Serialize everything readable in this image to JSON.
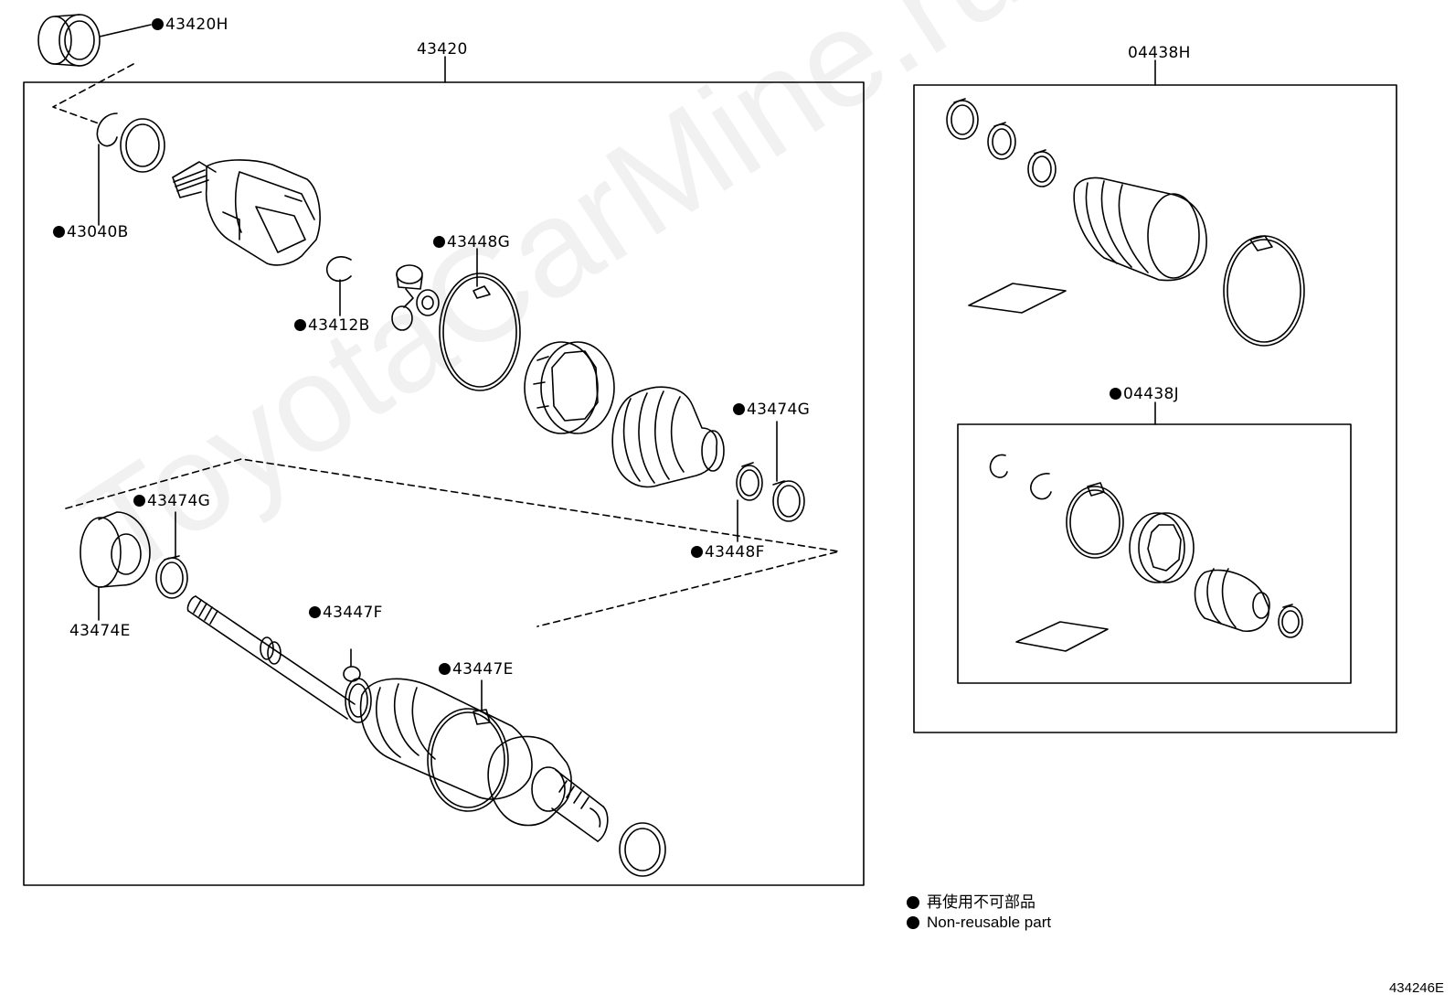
{
  "diagram": {
    "watermark": "ToyotaCarMine.ru",
    "figure_code": "434246E",
    "legend": {
      "japanese": "再使用不可部品",
      "english": "Non-reusable part"
    },
    "labels": {
      "p43420H": "43420H",
      "p43420": "43420",
      "p43040B": "43040B",
      "p43448G": "43448G",
      "p43412B": "43412B",
      "p43474G_top": "43474G",
      "p43448F": "43448F",
      "p43474G_left": "43474G",
      "p43474E": "43474E",
      "p43447F": "43447F",
      "p43447E": "43447E",
      "p04438H": "04438H",
      "p04438J": "04438J"
    }
  }
}
